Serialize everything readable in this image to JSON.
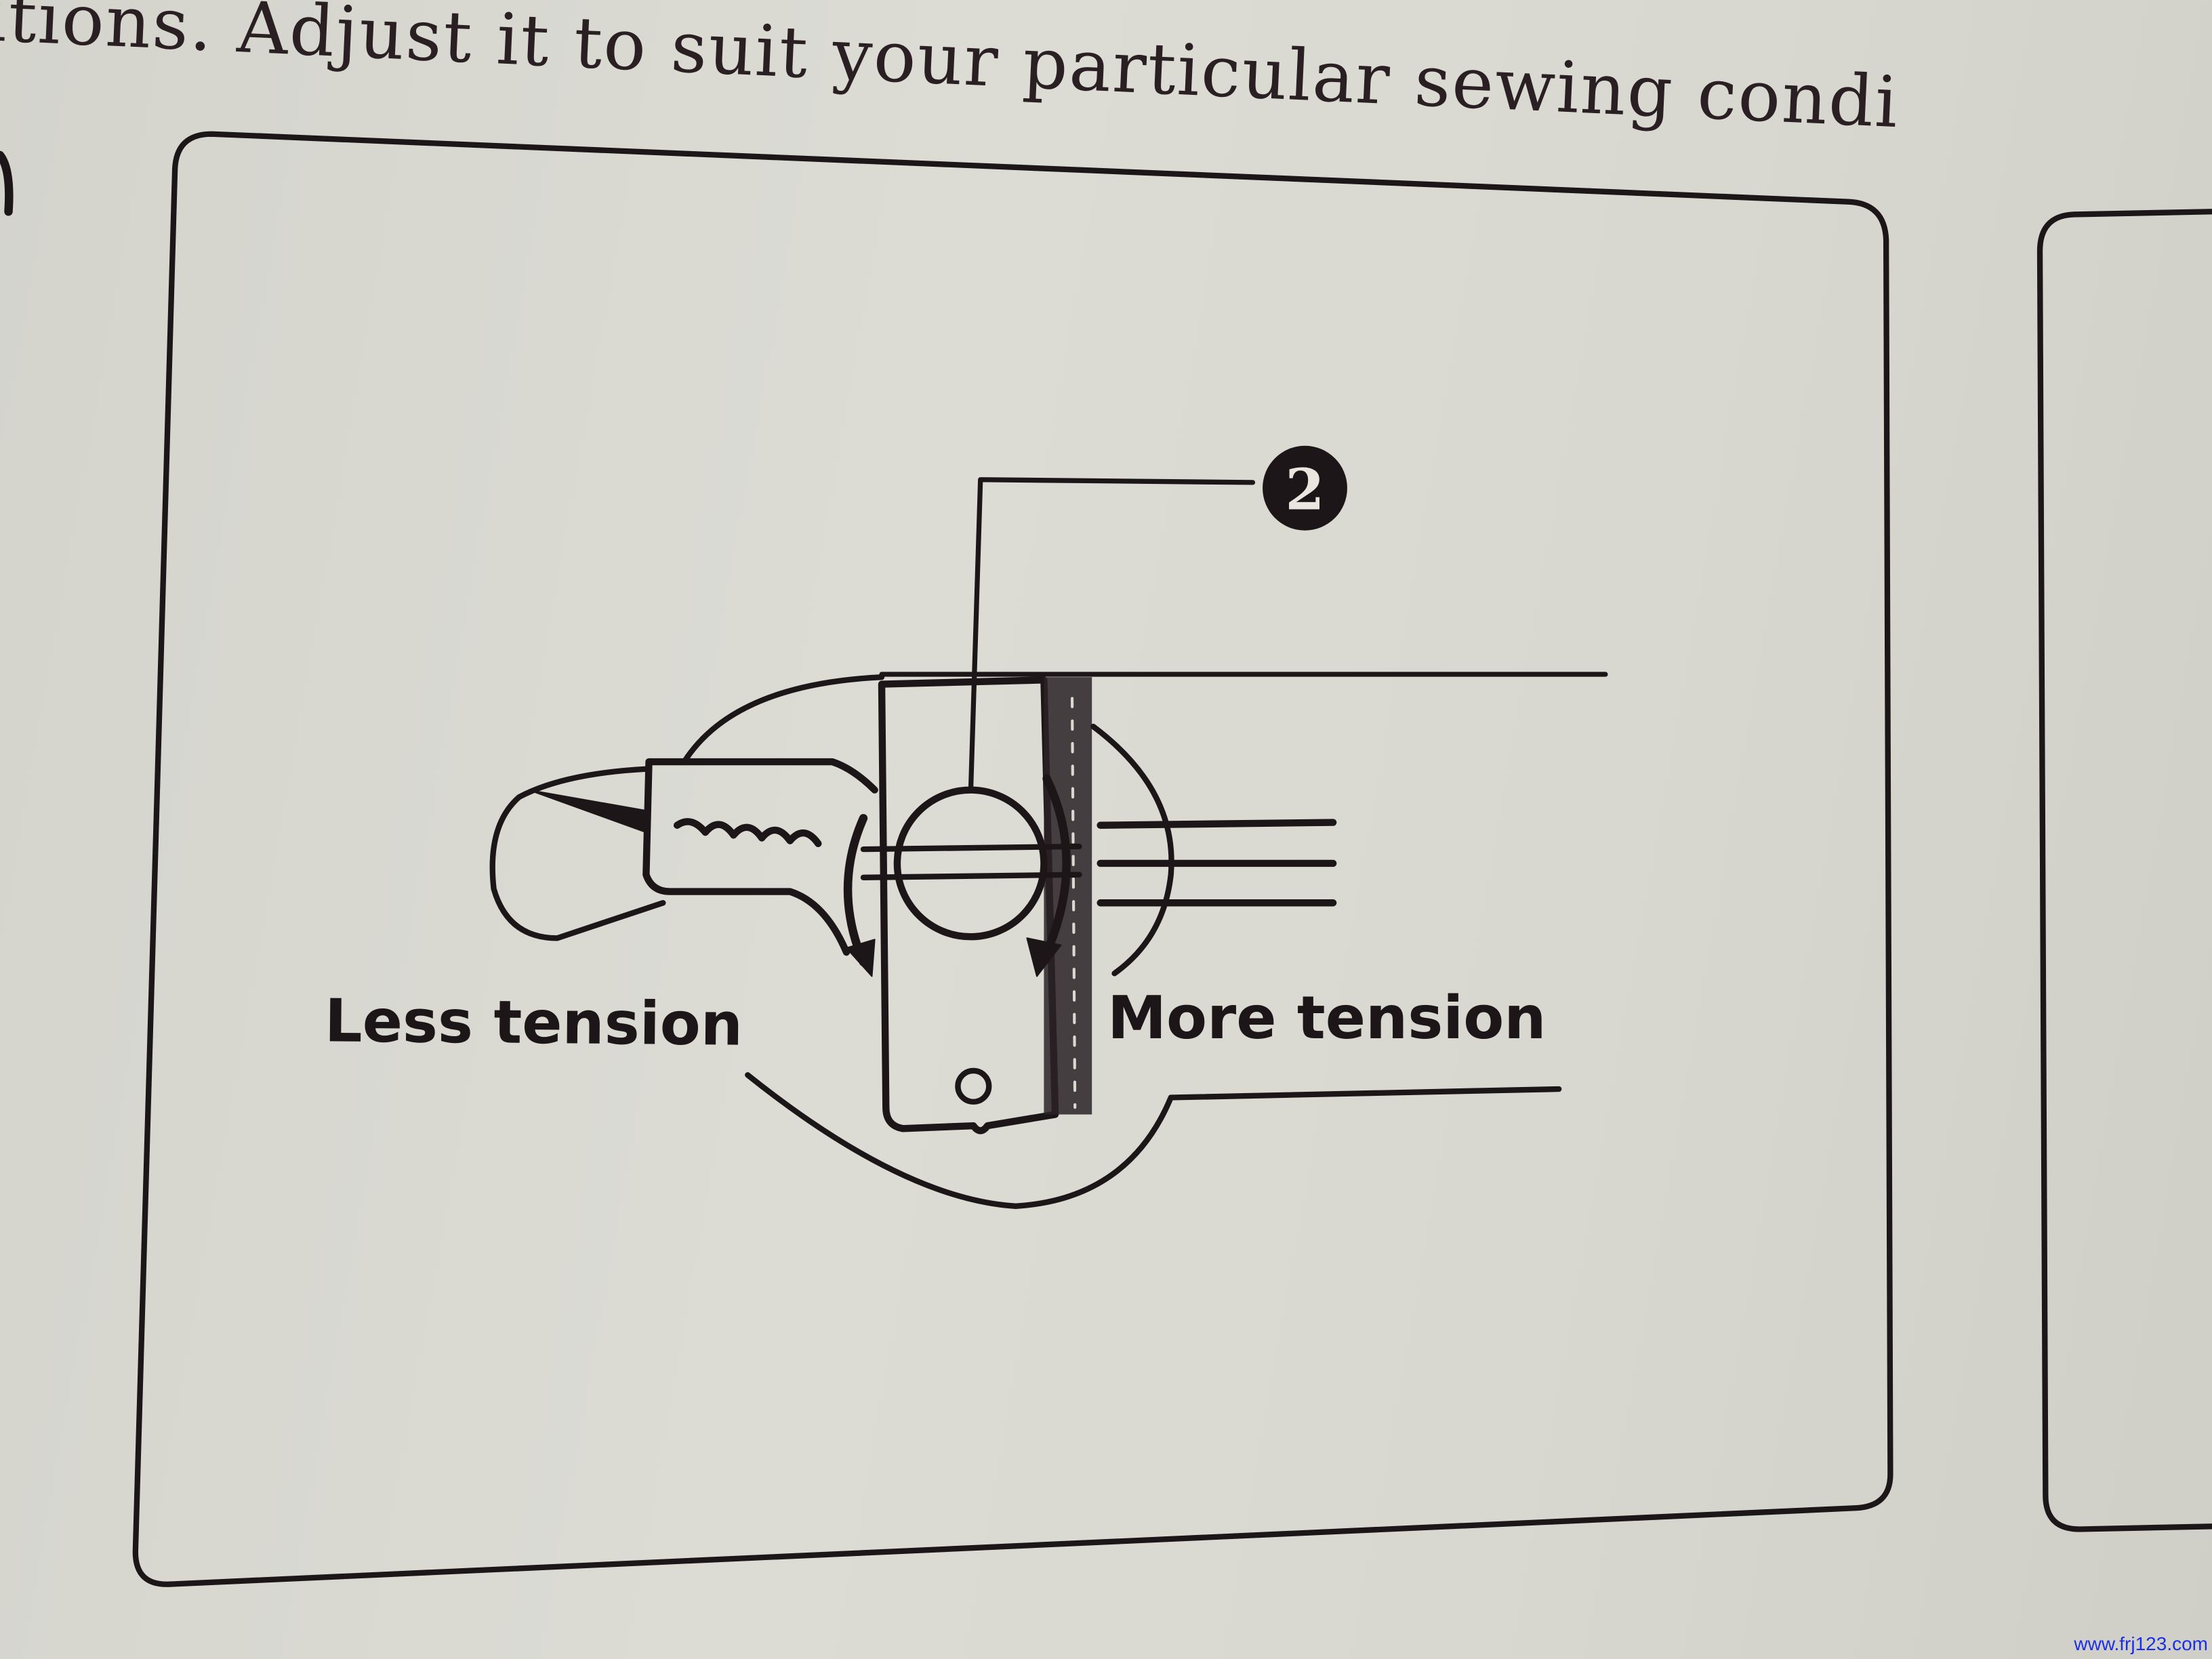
{
  "page": {
    "top_text": "itions. Adjust it to suit your particular sewing condi",
    "diagram": {
      "callout_number": "2",
      "label_less": "Less tension",
      "label_more": "More tension"
    },
    "watermark": "www.frj123.com"
  }
}
